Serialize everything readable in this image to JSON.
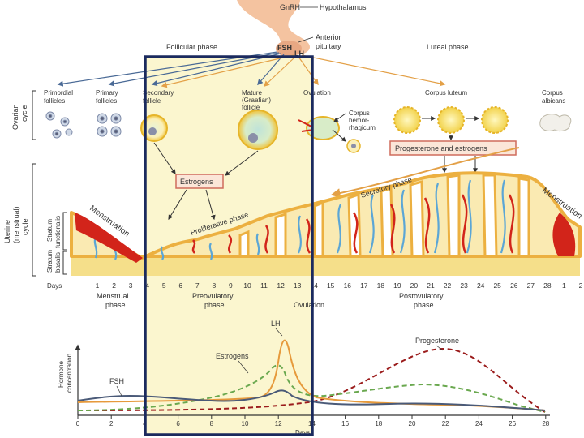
{
  "header": {
    "gnrh": "GnRH",
    "hypothalamus": "Hypothalamus",
    "fsh": "FSH",
    "lh": "LH",
    "anterior_pituitary_1": "Anterior",
    "anterior_pituitary_2": "pituitary",
    "follicular_phase": "Follicular phase",
    "luteal_phase": "Luteal phase"
  },
  "ovarian": {
    "side_label_1": "Ovarian",
    "side_label_2": "cycle",
    "stages": [
      {
        "line1": "Primordial",
        "line2": "follicles"
      },
      {
        "line1": "Primary",
        "line2": "follicles"
      },
      {
        "line1": "Secondary",
        "line2": "follicle"
      },
      {
        "line1": "Mature",
        "line2": "(Graafian)",
        "line3": "follicle"
      },
      {
        "line1": "Ovulation",
        "line2": ""
      },
      {
        "line1": "Corpus luteum",
        "line2": ""
      },
      {
        "line1": "Corpus",
        "line2": "albicans"
      }
    ],
    "hemorrhagicum": [
      "Corpus",
      "hemor-",
      "rhagicum"
    ],
    "estrogens_box": "Estrogens",
    "prog_est_box": "Progesterone and estrogens"
  },
  "uterine": {
    "side_label_1": "Uterine",
    "side_label_2": "(menstrual)",
    "side_label_3": "cycle",
    "functionalis_1": "Stratum",
    "functionalis_2": "functionalis",
    "basalis_1": "Stratum",
    "basalis_2": "basalis",
    "menstruation_left": "Menstruation",
    "menstruation_right": "Menstruation",
    "proliferative": "Proliferative phase",
    "secretory": "Secretory phase"
  },
  "days_row": {
    "label": "Days",
    "values": [
      "1",
      "2",
      "3",
      "4",
      "5",
      "6",
      "7",
      "8",
      "9",
      "10",
      "11",
      "12",
      "13",
      "14",
      "15",
      "16",
      "17",
      "18",
      "19",
      "20",
      "21",
      "22",
      "23",
      "24",
      "25",
      "26",
      "27",
      "28",
      "1",
      "2"
    ]
  },
  "phases": {
    "menstrual_1": "Menstrual",
    "menstrual_2": "phase",
    "preovulatory_1": "Preovulatory",
    "preovulatory_2": "phase",
    "ovulation": "Ovulation",
    "postovulatory_1": "Postovulatory",
    "postovulatory_2": "phase"
  },
  "hormone_chart": {
    "ylabel_1": "Hormone",
    "ylabel_2": "concentration",
    "xlabel": "Days",
    "ticks": [
      "0",
      "2",
      "4",
      "6",
      "8",
      "10",
      "12",
      "14",
      "16",
      "18",
      "20",
      "22",
      "24",
      "26",
      "28"
    ],
    "series": [
      {
        "name": "LH",
        "color": "#e69a3c",
        "style": "solid"
      },
      {
        "name": "Estrogens",
        "color": "#6aa84f",
        "style": "dashed"
      },
      {
        "name": "FSH",
        "color": "#4a5a78",
        "style": "solid"
      },
      {
        "name": "Progesterone",
        "color": "#9b1c1c",
        "style": "dashed"
      }
    ]
  },
  "colors": {
    "highlight_fill": "#fbf6cf",
    "frame": "#1b2a5e",
    "uterus_wall": "#f6dc86",
    "uterus_edge": "#ecb040",
    "blood": "#d2241a",
    "gland": "#5ba6d6",
    "arrow_blue": "#4a6a96",
    "arrow_orange": "#e3a047",
    "box_border": "#cf6b5c"
  }
}
